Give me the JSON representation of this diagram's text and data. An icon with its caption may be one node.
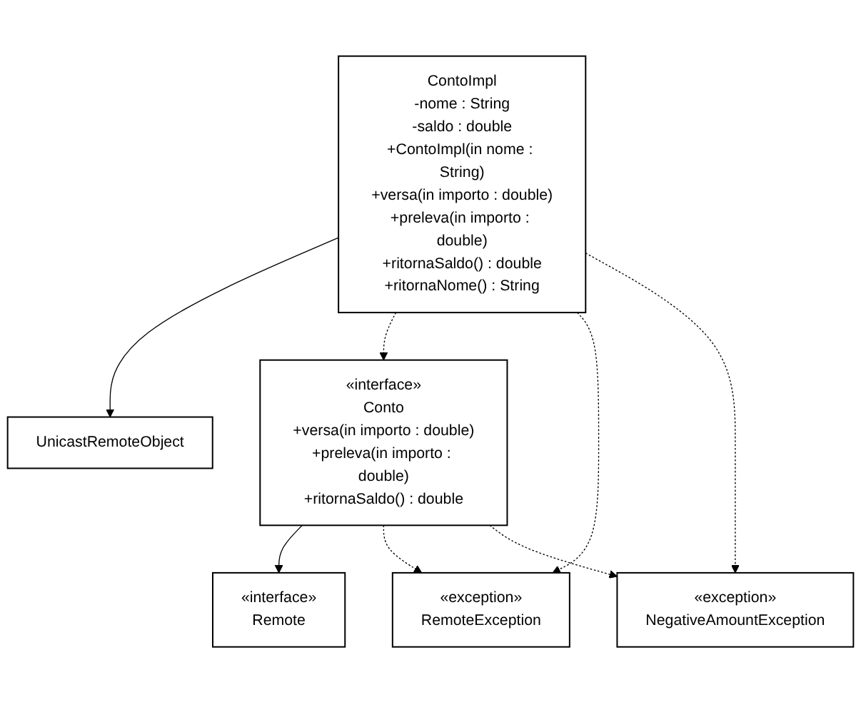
{
  "diagram": {
    "nodes": [
      {
        "text": [
          "UnicastRemoteObject"
        ]
      },
      {
        "text": [
          "«interface»",
          "Remote"
        ]
      },
      {
        "text": [
          "ContoImpl",
          "-nome : String",
          "-saldo : double",
          "+ContoImpl(in nome : String)",
          "+versa(in importo : double)",
          "+preleva(in importo : double)",
          "+ritornaSaldo() : double",
          "+ritornaNome() : String"
        ]
      },
      {
        "text": [
          "«interface»",
          "Conto",
          "+versa(in importo : double)",
          "+preleva(in importo : double)",
          "+ritornaSaldo() : double"
        ]
      },
      {
        "text": [
          "«exception»",
          "RemoteException"
        ]
      },
      {
        "text": [
          "«exception»",
          "NegativeAmountException"
        ]
      }
    ],
    "edges": [
      {
        "from": 2,
        "to": 0,
        "arrow": "to"
      },
      {
        "from": 3,
        "to": 1,
        "arrow": "to"
      },
      {
        "from": 2,
        "to": 3,
        "arrow": "to",
        "style": "dashed"
      },
      {
        "from": 3,
        "to": 4,
        "arrow": "to",
        "style": "dashed"
      },
      {
        "from": 2,
        "to": 4,
        "arrow": "to",
        "style": "dashed"
      },
      {
        "from": 2,
        "to": 5,
        "arrow": "to",
        "style": "dashed"
      },
      {
        "from": 3,
        "to": 5,
        "arrow": "to",
        "style": "dashed"
      }
    ]
  }
}
